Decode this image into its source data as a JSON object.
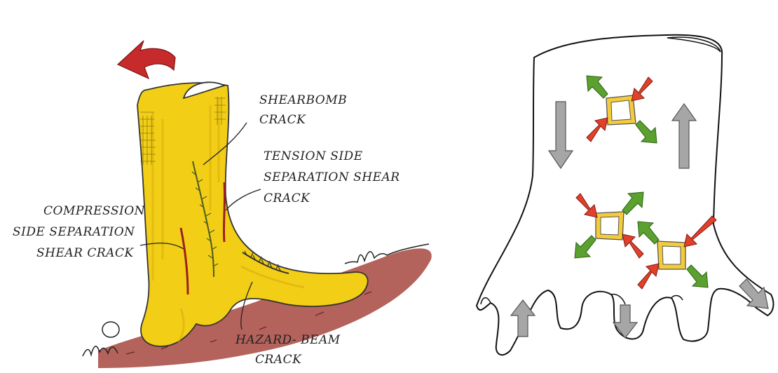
{
  "left_panel": {
    "labels": {
      "shearbomb_1": "SHEARBOMB",
      "shearbomb_2": "CRACK",
      "tension_1": "TENSION SIDE",
      "tension_2": "SEPARATION SHEAR",
      "tension_3": "CRACK",
      "compression_1": "COMPRESSION",
      "compression_2": "SIDE SEPARATION",
      "compression_3": "SHEAR CRACK",
      "hazard_1": "HAZARD- BEAM",
      "hazard_2": "CRACK"
    },
    "colors": {
      "trunk": "#f2cf16",
      "trunk_shade": "#d9a90f",
      "soil": "#a7473f",
      "crack": "#9b1f1f",
      "bend_arrow": "#c62a2a"
    }
  },
  "right_panel": {
    "colors": {
      "compression_arrow": "#e2402b",
      "tension_arrow": "#5aa12f",
      "shear_arrow": "#f2c318",
      "flow_arrow": "#a6a6a6"
    }
  }
}
